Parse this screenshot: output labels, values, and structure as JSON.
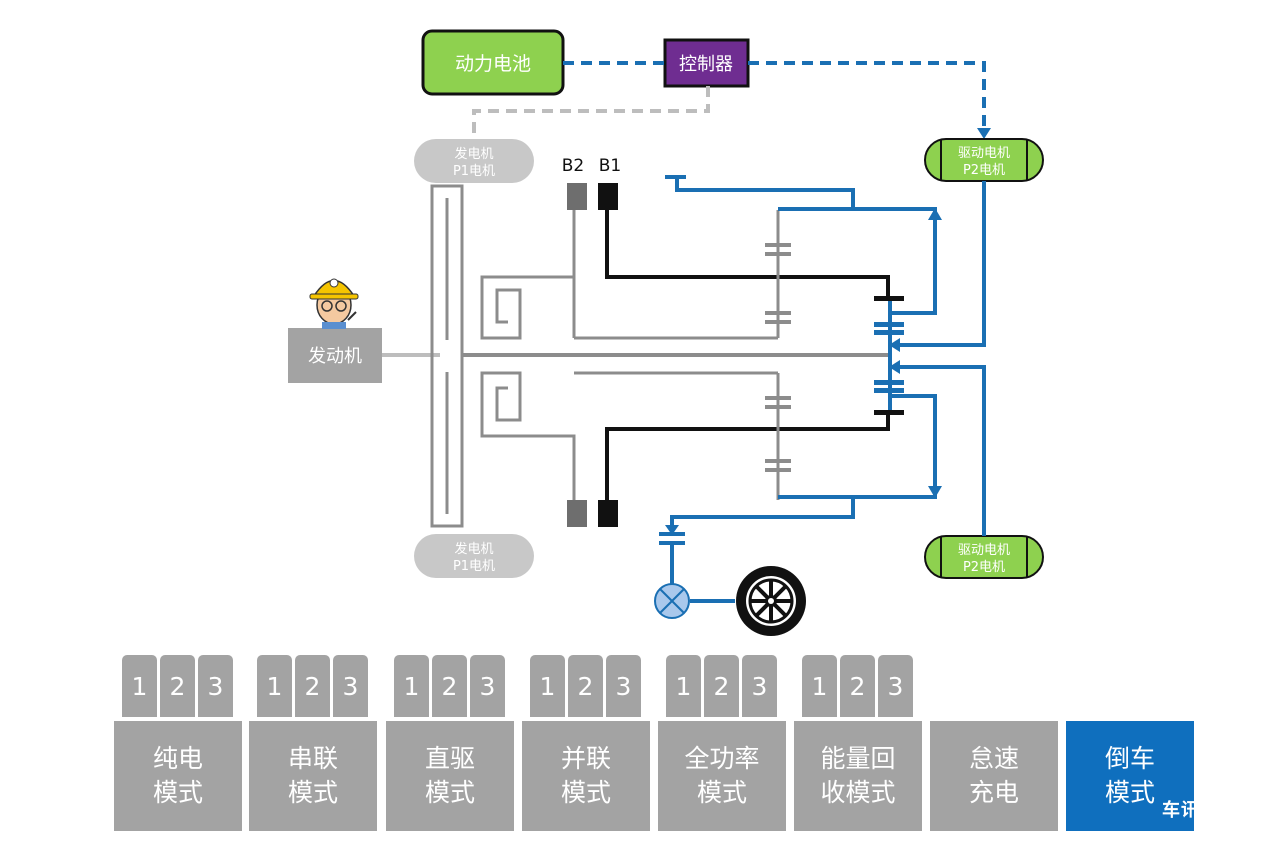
{
  "components": {
    "battery": {
      "label": "动力电池",
      "color": "#8ed14f"
    },
    "controller": {
      "label": "控制器",
      "color": "#6f2d91"
    },
    "generator_top": {
      "line1": "发电机",
      "line2": "P1电机"
    },
    "generator_bottom": {
      "line1": "发电机",
      "line2": "P1电机"
    },
    "drive_motor_top": {
      "line1": "驱动电机",
      "line2": "P2电机"
    },
    "drive_motor_bottom": {
      "line1": "驱动电机",
      "line2": "P2电机"
    },
    "engine": {
      "label": "发动机"
    },
    "brake_b2": {
      "label": "B2"
    },
    "brake_b1": {
      "label": "B1"
    }
  },
  "colors": {
    "active_path": "#1a6fb3",
    "inactive": "#8c8c8c",
    "shaft_dark": "#111111",
    "mode_button": "#a3a3a3",
    "mode_active": "#0f6fbe"
  },
  "modes": [
    {
      "line1": "纯电",
      "line2": "模式",
      "gears": [
        "1",
        "2",
        "3"
      ]
    },
    {
      "line1": "串联",
      "line2": "模式",
      "gears": [
        "1",
        "2",
        "3"
      ]
    },
    {
      "line1": "直驱",
      "line2": "模式",
      "gears": [
        "1",
        "2",
        "3"
      ]
    },
    {
      "line1": "并联",
      "line2": "模式",
      "gears": [
        "1",
        "2",
        "3"
      ]
    },
    {
      "line1": "全功率",
      "line2": "模式",
      "gears": [
        "1",
        "2",
        "3"
      ]
    },
    {
      "line1": "能量回",
      "line2": "收模式",
      "gears": [
        "1",
        "2",
        "3"
      ]
    },
    {
      "line1": "怠速",
      "line2": "充电",
      "gears": []
    },
    {
      "line1": "倒车",
      "line2": "模式",
      "gears": [],
      "active": true
    }
  ],
  "watermark": "车讯网"
}
